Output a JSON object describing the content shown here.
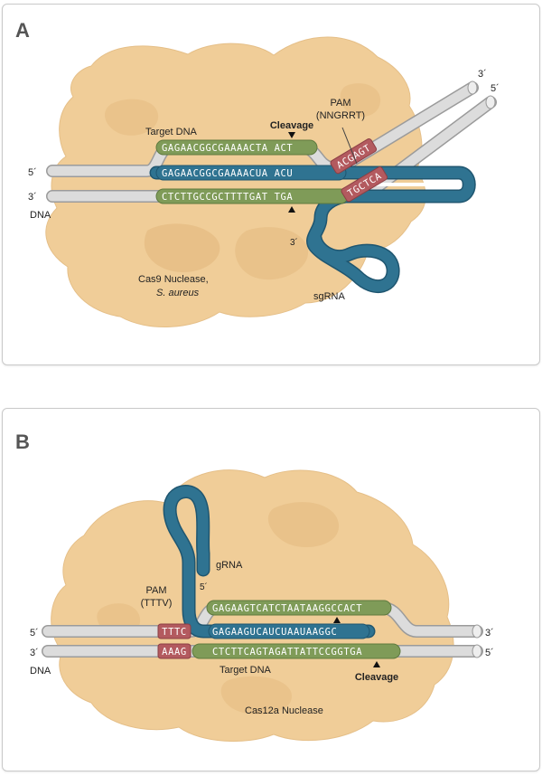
{
  "colors": {
    "protein": "#f0cd98",
    "protein_shade": "#e2b77c",
    "dna_tube": "#d9d9d9",
    "target": "#7f9b58",
    "rna": "#2f7391",
    "pam": "#b35a5f"
  },
  "panel_a": {
    "letter": "A",
    "prime_3_top": "3´",
    "prime_5_top": "5´",
    "pam_label": "PAM",
    "pam_motif": "(NNGRRT)",
    "target_dna_label": "Target DNA",
    "cleavage_label": "Cleavage",
    "prime_5_left": "5´",
    "prime_3_left": "3´",
    "dna_label": "DNA",
    "seq_target_top": "GAGAACGGCGAAAACTA ACT",
    "seq_rna": "GAGAACGGCGAAAACUA ACU",
    "seq_target_bottom": "CTCTTGCCGCTTTTGAT TGA",
    "pam_top": "ACGAGT",
    "pam_bottom": "TGCTCA",
    "prime_3_rna": "3´",
    "nuclease_name": "Cas9 Nuclease,",
    "nuclease_species": "S. aureus",
    "rna_label": "sgRNA"
  },
  "panel_b": {
    "letter": "B",
    "rna_label": "gRNA",
    "prime_5_rna": "5´",
    "pam_label": "PAM",
    "pam_motif": "(TTTV)",
    "prime_5_left": "5´",
    "prime_3_left": "3´",
    "prime_3_right": "3´",
    "prime_5_right": "5´",
    "dna_label": "DNA",
    "seq_target_top": "GAGAAGTCATCTAATAAGGCCACT",
    "seq_rna": "GAGAAGUCAUCUAAUAAGGC",
    "seq_target_bottom": "CTCTTCAGTAGATTATTCCGGTGA",
    "pam_top": "TTTC",
    "pam_bottom": "AAAG",
    "target_dna_label": "Target DNA",
    "cleavage_label": "Cleavage",
    "nuclease_name": "Cas12a Nuclease"
  }
}
